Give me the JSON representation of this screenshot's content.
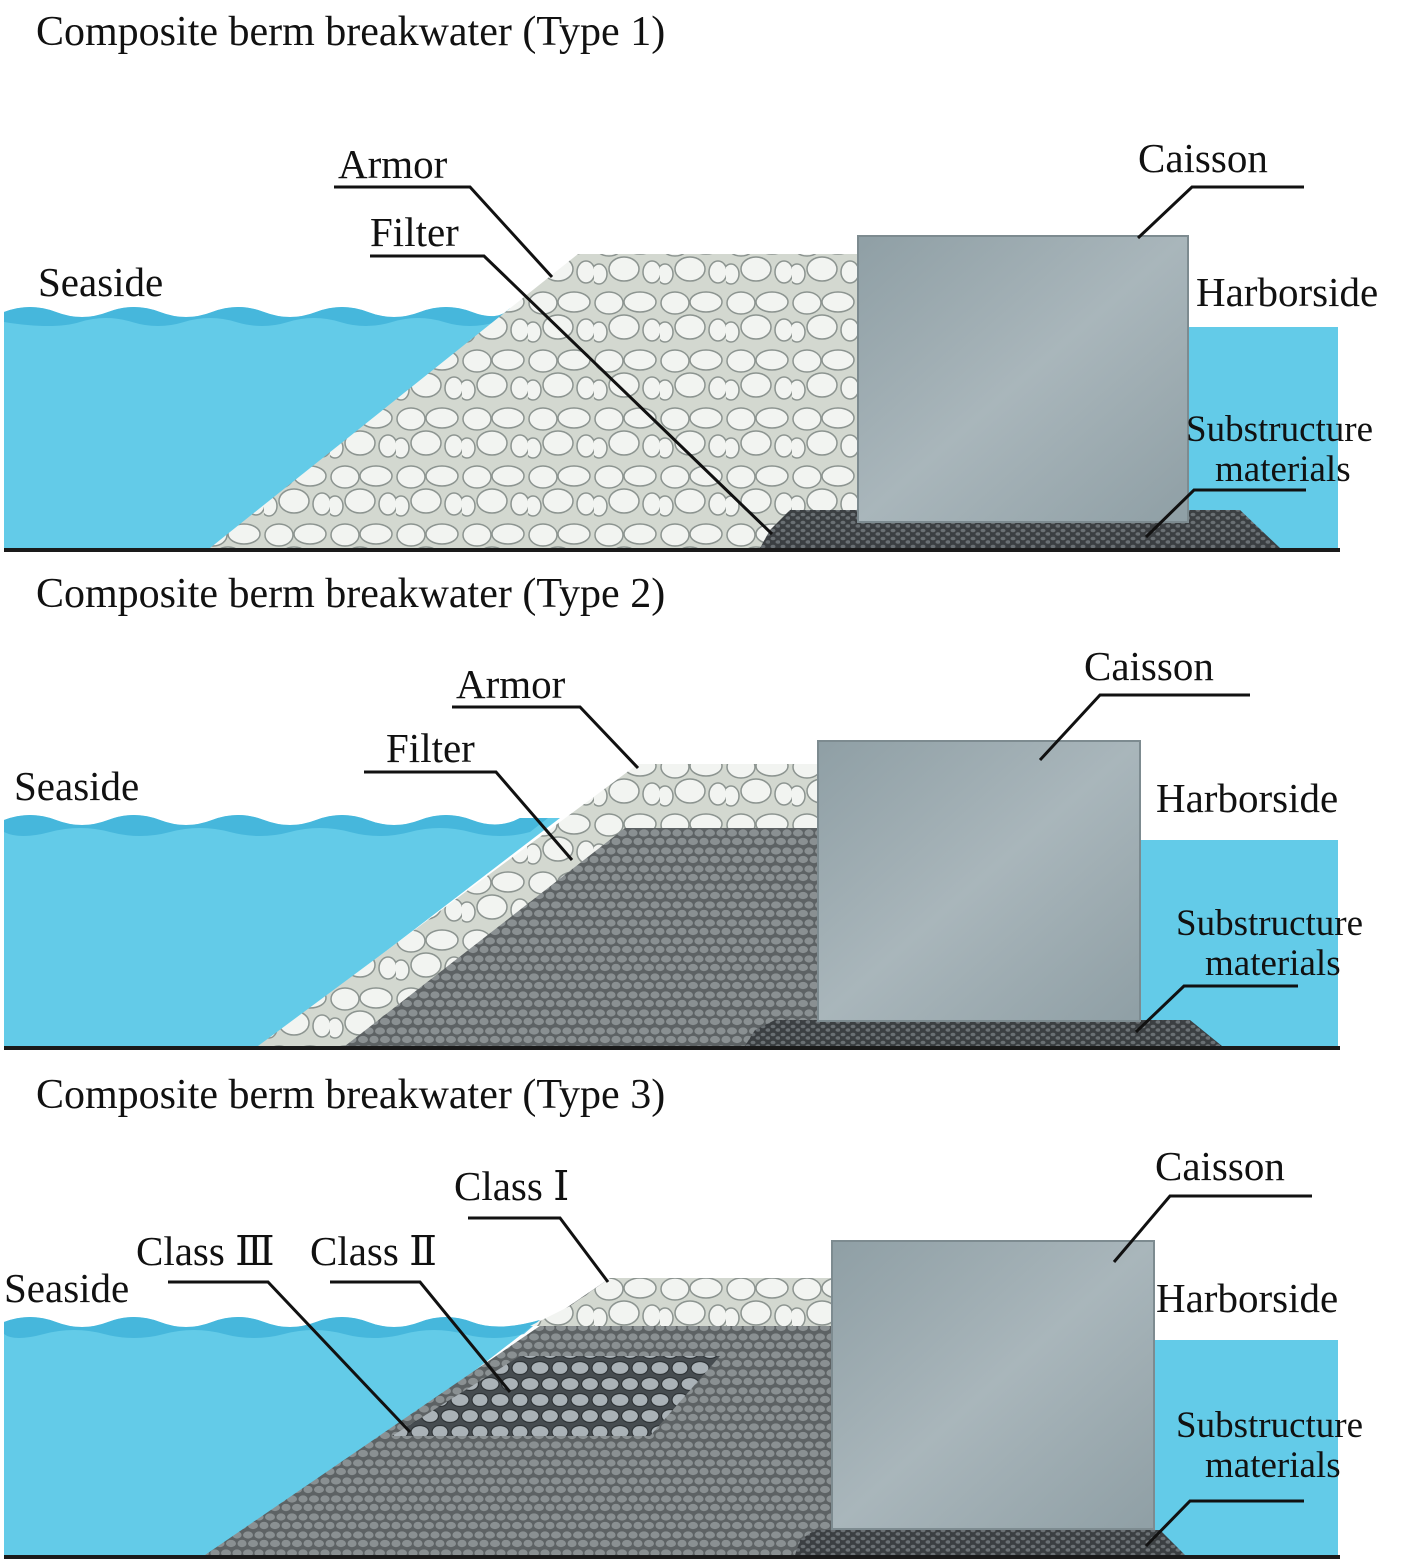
{
  "colors": {
    "water": "#63cbe8",
    "water_deep": "#59c3e2",
    "wave_band": "#3fb2d8",
    "armor_bg": "#d3d8d0",
    "armor_stone": "#f2f4f1",
    "armor_edge": "#8c9490",
    "core_bg": "#5d6264",
    "core_stone": "#8a9092",
    "class2_bg": "#464c50",
    "class2_stone": "#aab2b7",
    "caisson": "#8f9fa5",
    "caisson_light": "#a9b6bb",
    "substructure": "#3b3f42",
    "line": "#111111"
  },
  "panels": [
    {
      "id": "type1",
      "title": "Composite berm breakwater (Type 1)",
      "seaside": "Seaside",
      "harborside": "Harborside",
      "caisson": "Caisson",
      "layer_top": "Armor",
      "layer_second": "Filter",
      "substructure_line1": "Substructure",
      "substructure_line2": "materials"
    },
    {
      "id": "type2",
      "title": "Composite berm breakwater (Type 2)",
      "seaside": "Seaside",
      "harborside": "Harborside",
      "caisson": "Caisson",
      "layer_top": "Armor",
      "layer_second": "Filter",
      "substructure_line1": "Substructure",
      "substructure_line2": "materials"
    },
    {
      "id": "type3",
      "title": "Composite berm breakwater (Type 3)",
      "seaside": "Seaside",
      "harborside": "Harborside",
      "caisson": "Caisson",
      "class1": "Class Ⅰ",
      "class2": "Class Ⅱ",
      "class3": "Class Ⅲ",
      "substructure_line1": "Substructure",
      "substructure_line2": "materials"
    }
  ]
}
